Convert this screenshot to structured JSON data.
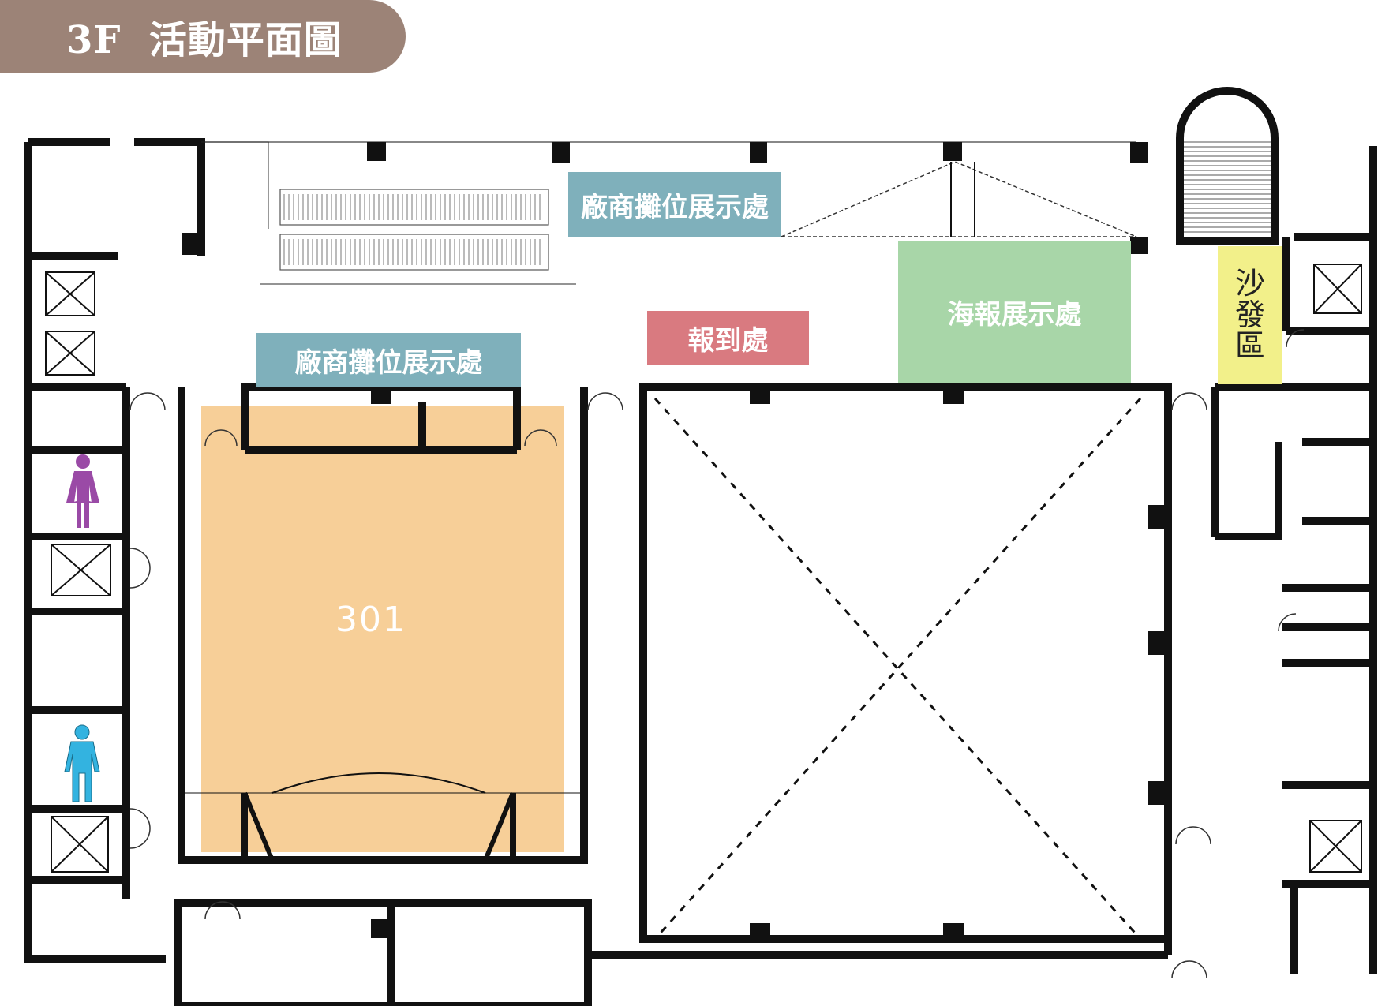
{
  "title": {
    "floor": "3F",
    "text": "活動平面圖"
  },
  "zones": {
    "vendor_booth_top": {
      "label": "廠商攤位展示處",
      "color": "#7fb0bb"
    },
    "vendor_booth_mid": {
      "label": "廠商攤位展示處",
      "color": "#7fb0bb"
    },
    "registration": {
      "label": "報到處",
      "color": "#d97a80"
    },
    "poster_display": {
      "label": "海報展示處",
      "color": "#a8d6a8"
    },
    "sofa_area": {
      "label": [
        "沙",
        "發",
        "區"
      ],
      "color": "#f2f08a"
    }
  },
  "rooms": {
    "room_301": {
      "label": "301",
      "color": "#f7cf98"
    }
  },
  "restroom_icons": {
    "women": "woman-icon",
    "men": "man-icon",
    "women_color": "#9a4aa6",
    "men_color": "#33b3e0"
  },
  "colors": {
    "title_pill": "#9c8377",
    "wall": "#111111"
  }
}
